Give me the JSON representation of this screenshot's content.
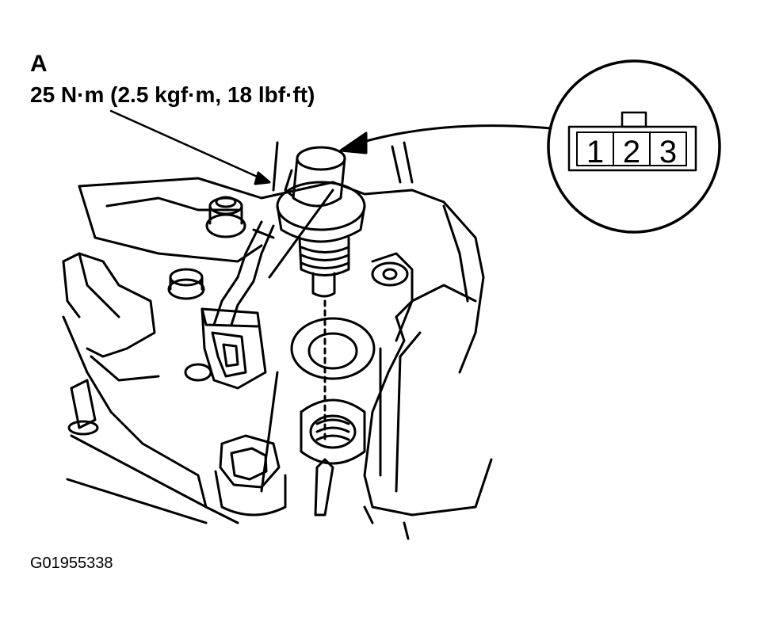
{
  "callout": {
    "letter": "A",
    "torque": "25 N·m (2.5 kgf·m, 18 lbf·ft)"
  },
  "connector_detail": {
    "pins": [
      "1",
      "2",
      "3"
    ]
  },
  "figure_id": "G01955338"
}
